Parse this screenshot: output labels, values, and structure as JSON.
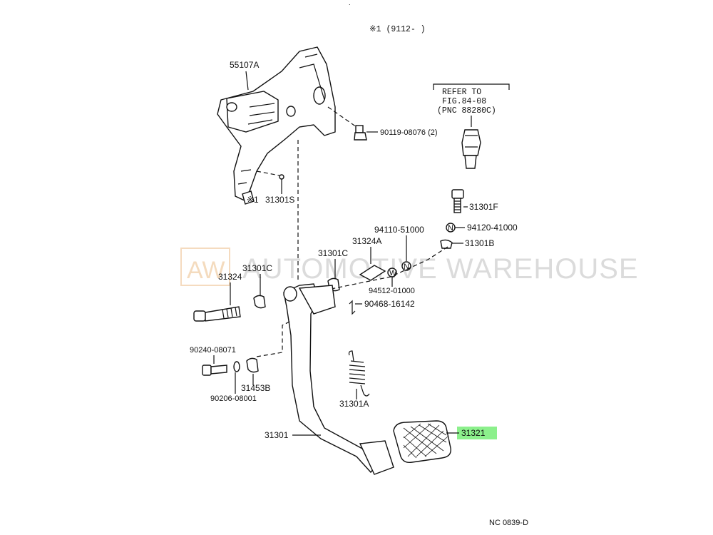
{
  "header": {
    "note": "※1 (9112-      )"
  },
  "watermark": {
    "logo": "AW",
    "text": "AUTOMOTIVE WAREHOUSE",
    "logo_color": "#e8b070"
  },
  "refer_box": {
    "line1": "REFER TO",
    "line2": "FIG.84-08",
    "line3": "(PNC 88280C)"
  },
  "highlight_color": "#8cf08c",
  "labels": {
    "l55107A": "55107A",
    "l90119": "90119-08076 (2)",
    "l31301S": "31301S",
    "mark31301S": "※1",
    "l31301F": "31301F",
    "l94110": "94110-51000",
    "l94120": "94120-41000",
    "l31301B": "31301B",
    "l31324A": "31324A",
    "l31301C_a": "31301C",
    "l31301C_b": "31301C",
    "l31324": "31324",
    "l94512": "94512-01000",
    "l90468": "90468-16142",
    "l90240": "90240-08071",
    "l31453B": "31453B",
    "l90206": "90206-08001",
    "l31301A": "31301A",
    "l31301": "31301",
    "l31321": "31321",
    "markW": "W",
    "markN1": "N",
    "markN2": "N"
  },
  "footer": {
    "code": "NC 0839-D"
  }
}
